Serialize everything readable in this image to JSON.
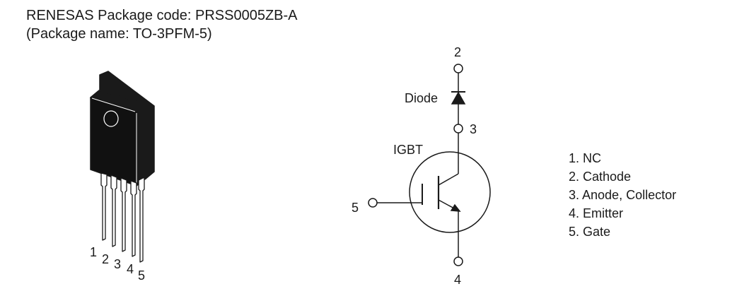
{
  "header": {
    "package_code": "RENESAS Package code: PRSS0005ZB-A",
    "package_name": "(Package name: TO-3PFM-5)"
  },
  "package_pin_numbers": [
    "1",
    "2",
    "3",
    "4",
    "5"
  ],
  "schematic": {
    "diode_label": "Diode",
    "igbt_label": "IGBT",
    "terminal_top": "2",
    "terminal_mid": "3",
    "terminal_bottom": "4",
    "terminal_gate": "5"
  },
  "pin_list": [
    "1. NC",
    "2. Cathode",
    "3. Anode, Collector",
    "4. Emitter",
    "5. Gate"
  ]
}
